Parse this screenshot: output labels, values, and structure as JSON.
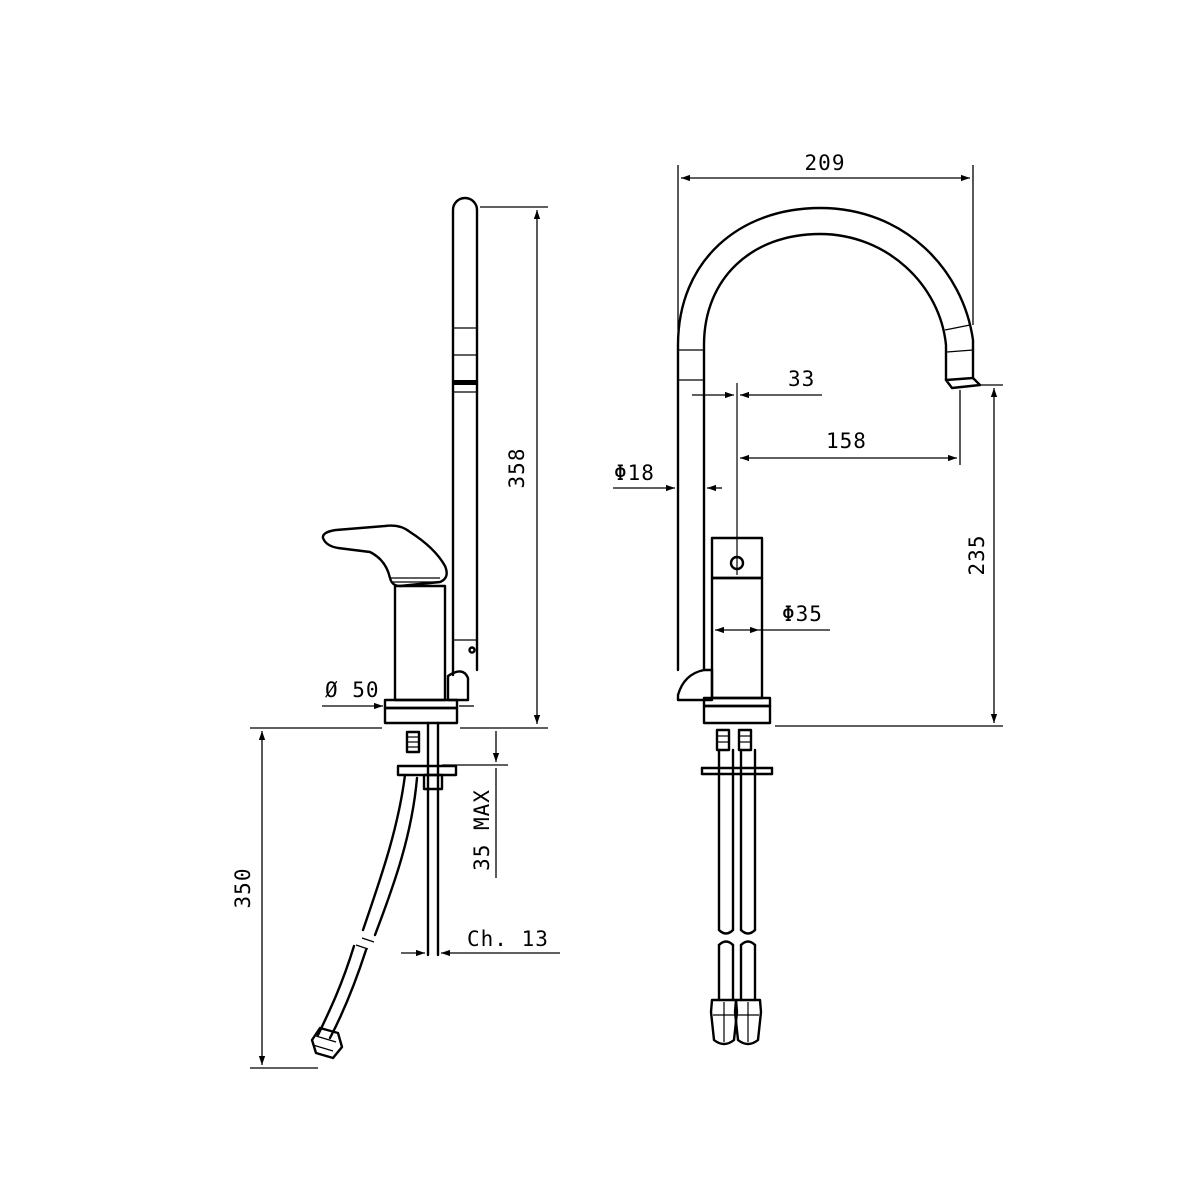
{
  "dimensions": {
    "height_total": "358",
    "base_diameter": "Ø 50",
    "hose_length": "350",
    "mount_thickness_max": "35 MAX",
    "wrench_size": "Ch. 13",
    "spout_reach_total": "209",
    "spout_offset": "33",
    "spout_reach_from_axis": "158",
    "spout_tube_diameter": "Φ18",
    "body_diameter": "Φ35",
    "spout_outlet_height": "235"
  }
}
